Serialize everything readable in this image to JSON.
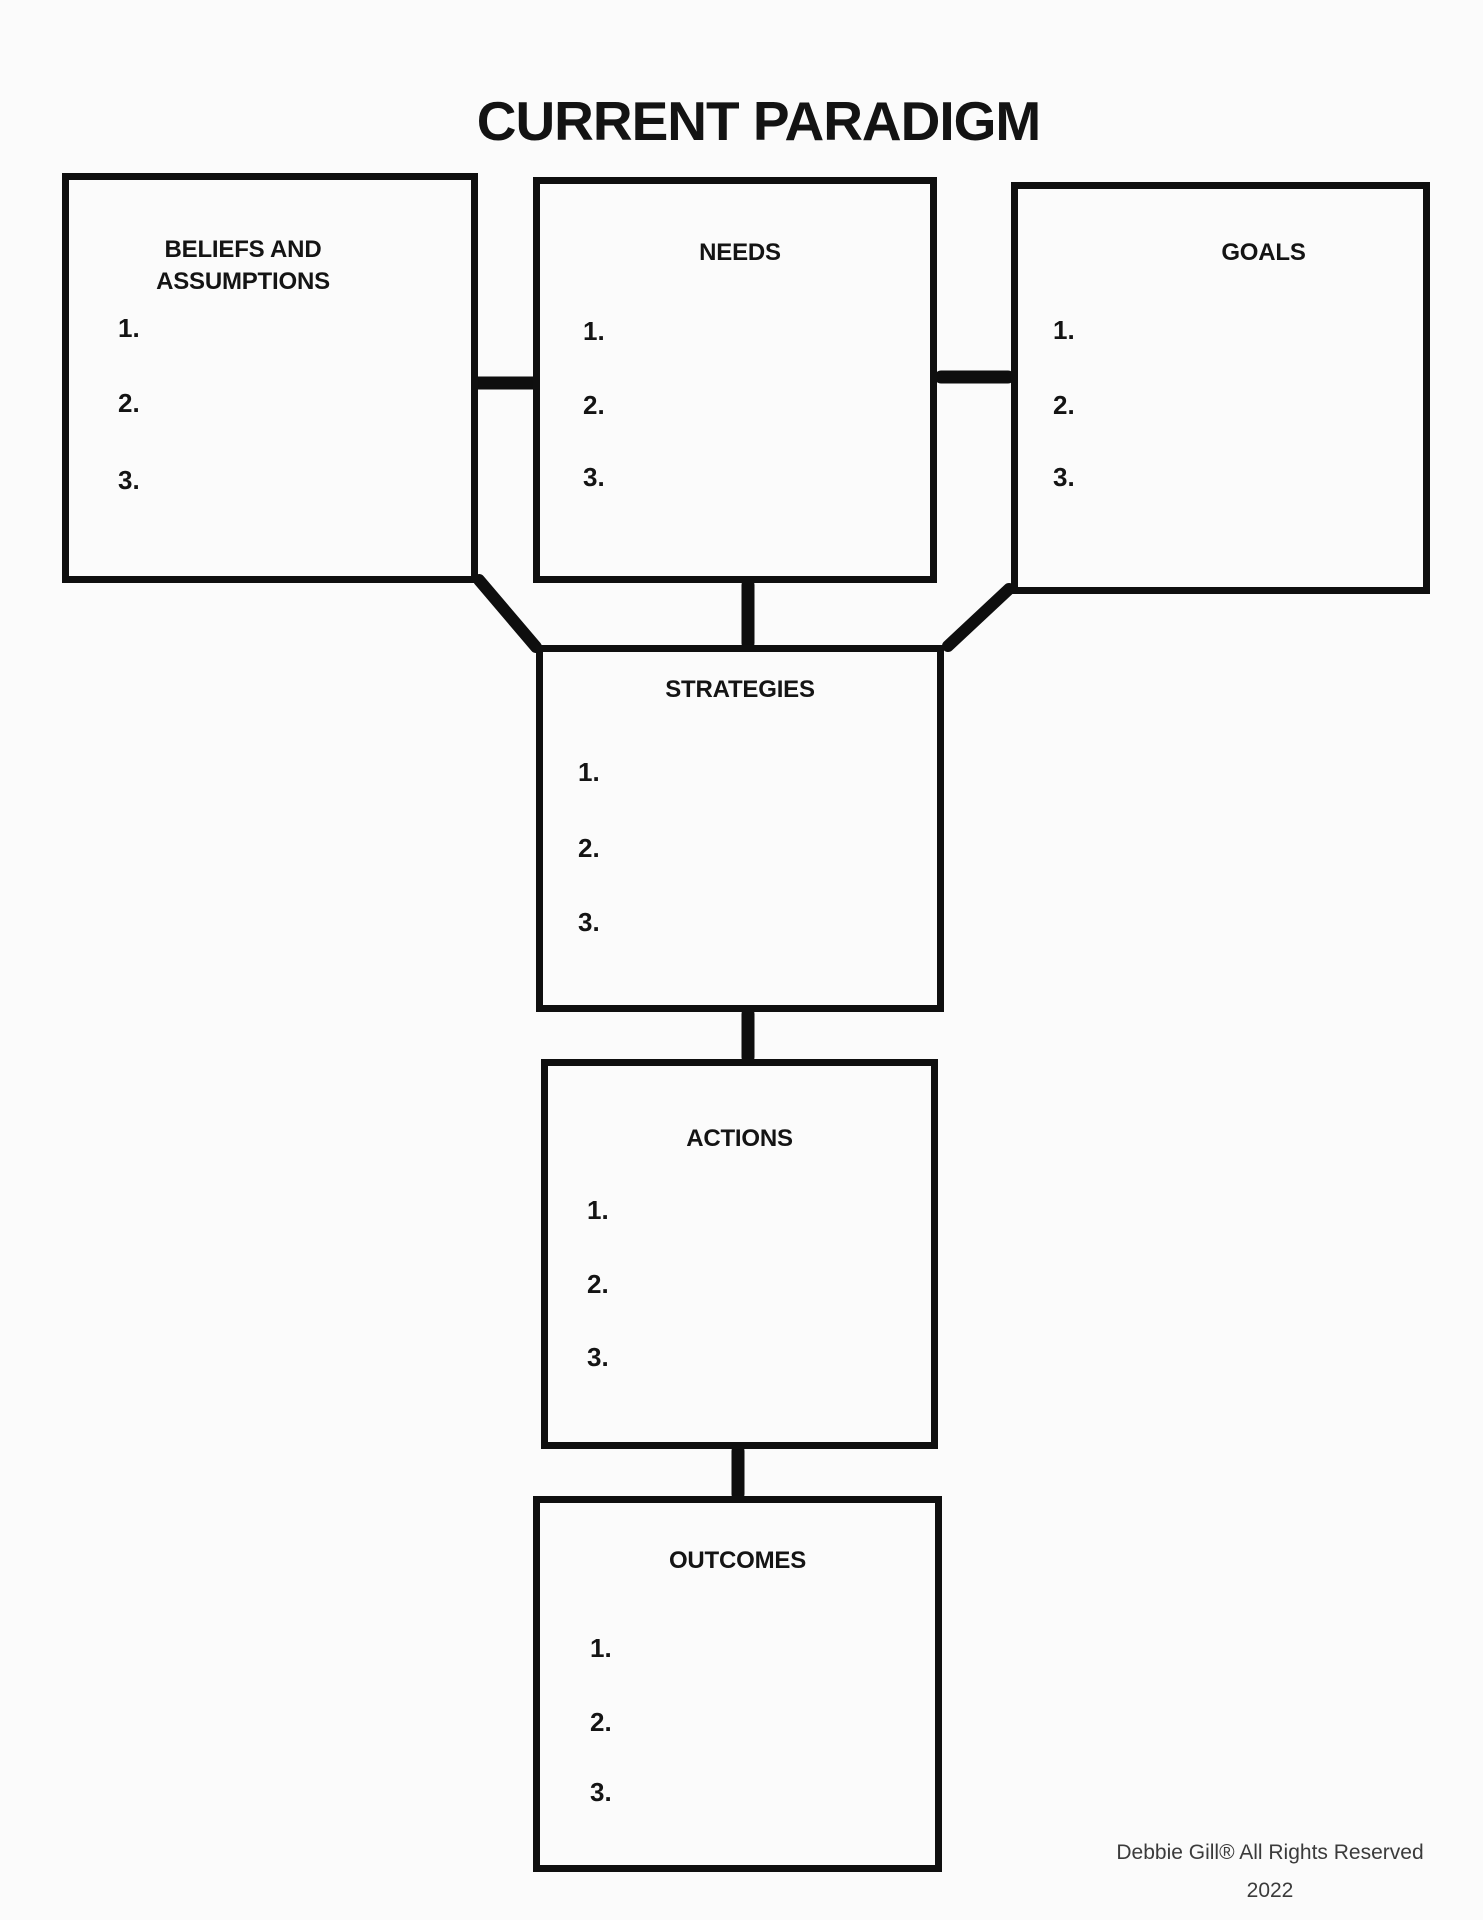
{
  "title": "CURRENT PARADIGM",
  "boxes": {
    "beliefs": {
      "title_lines": [
        "BELIEFS AND",
        "ASSUMPTIONS"
      ],
      "items": [
        "1.",
        "2.",
        "3."
      ]
    },
    "needs": {
      "title": "NEEDS",
      "items": [
        "1.",
        "2.",
        "3."
      ]
    },
    "goals": {
      "title": "GOALS",
      "items": [
        "1.",
        "2.",
        "3."
      ]
    },
    "strategies": {
      "title": "STRATEGIES",
      "items": [
        "1.",
        "2.",
        "3."
      ]
    },
    "actions": {
      "title": "ACTIONS",
      "items": [
        "1.",
        "2.",
        "3."
      ]
    },
    "outcomes": {
      "title": "OUTCOMES",
      "items": [
        "1.",
        "2.",
        "3."
      ]
    }
  },
  "footer": {
    "line1": "Debbie Gill® All Rights Reserved",
    "line2": "2022"
  },
  "colors": {
    "ink": "#141414",
    "border": "#0f0f0f",
    "background": "#fbfbfb",
    "footer_text": "#3b3b3b"
  }
}
